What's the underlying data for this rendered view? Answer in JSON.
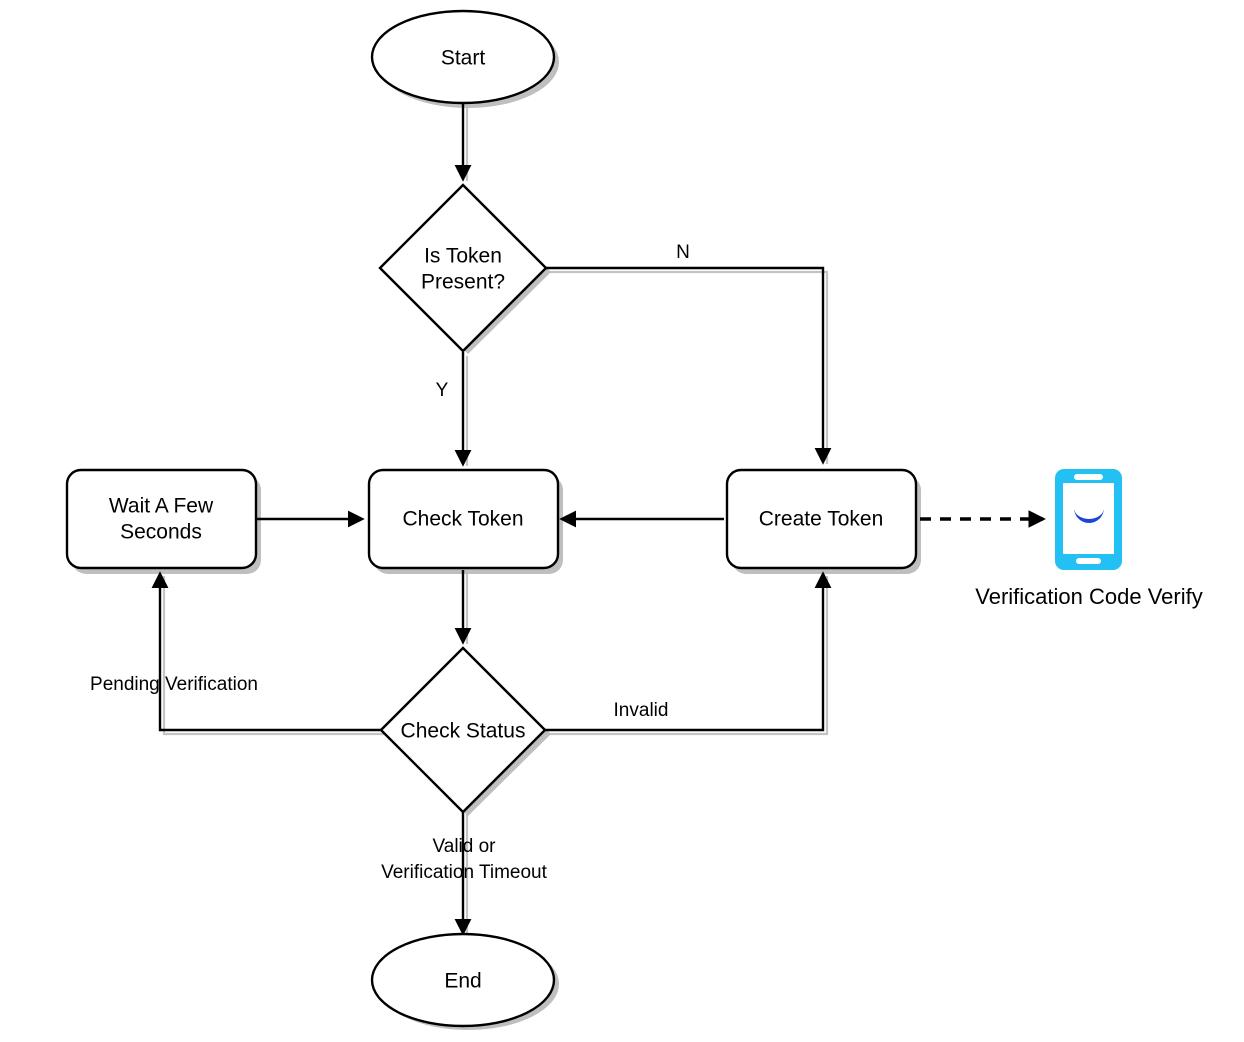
{
  "diagram": {
    "type": "flowchart",
    "title": "Token Verification Flow",
    "background_color": "#ffffff",
    "stroke_color": "#000000",
    "shadow_color": "#b8b8b8",
    "accent_color": "#22c0f3",
    "accent_secondary_color": "#1c44d6"
  },
  "nodes": {
    "start": {
      "label": "Start",
      "shape": "ellipse"
    },
    "is_token_present": {
      "label_line1": "Is Token",
      "label_line2": "Present?",
      "shape": "diamond"
    },
    "wait_a_few_seconds": {
      "label_line1": "Wait A Few",
      "label_line2": "Seconds",
      "shape": "rounded-rect"
    },
    "check_token": {
      "label": "Check Token",
      "shape": "rounded-rect"
    },
    "create_token": {
      "label": "Create Token",
      "shape": "rounded-rect"
    },
    "check_status": {
      "label": "Check Status",
      "shape": "diamond"
    },
    "end": {
      "label": "End",
      "shape": "ellipse"
    },
    "phone": {
      "caption": "Verification Code Verify",
      "icon": "smartphone-icon"
    }
  },
  "edge_labels": {
    "no": "N",
    "yes": "Y",
    "invalid": "Invalid",
    "pending_verification": "Pending Verification",
    "valid_timeout_line1": "Valid or",
    "valid_timeout_line2": "Verification Timeout"
  },
  "edges": [
    {
      "from": "start",
      "to": "is_token_present",
      "label": ""
    },
    {
      "from": "is_token_present",
      "to": "create_token",
      "label": "N"
    },
    {
      "from": "is_token_present",
      "to": "check_token",
      "label": "Y"
    },
    {
      "from": "wait_a_few_seconds",
      "to": "check_token",
      "label": ""
    },
    {
      "from": "create_token",
      "to": "check_token",
      "label": ""
    },
    {
      "from": "create_token",
      "to": "phone",
      "label": "",
      "style": "dashed"
    },
    {
      "from": "check_token",
      "to": "check_status",
      "label": ""
    },
    {
      "from": "check_status",
      "to": "create_token",
      "label": "Invalid"
    },
    {
      "from": "check_status",
      "to": "wait_a_few_seconds",
      "label": "Pending Verification"
    },
    {
      "from": "check_status",
      "to": "end",
      "label": "Valid or Verification Timeout"
    }
  ]
}
